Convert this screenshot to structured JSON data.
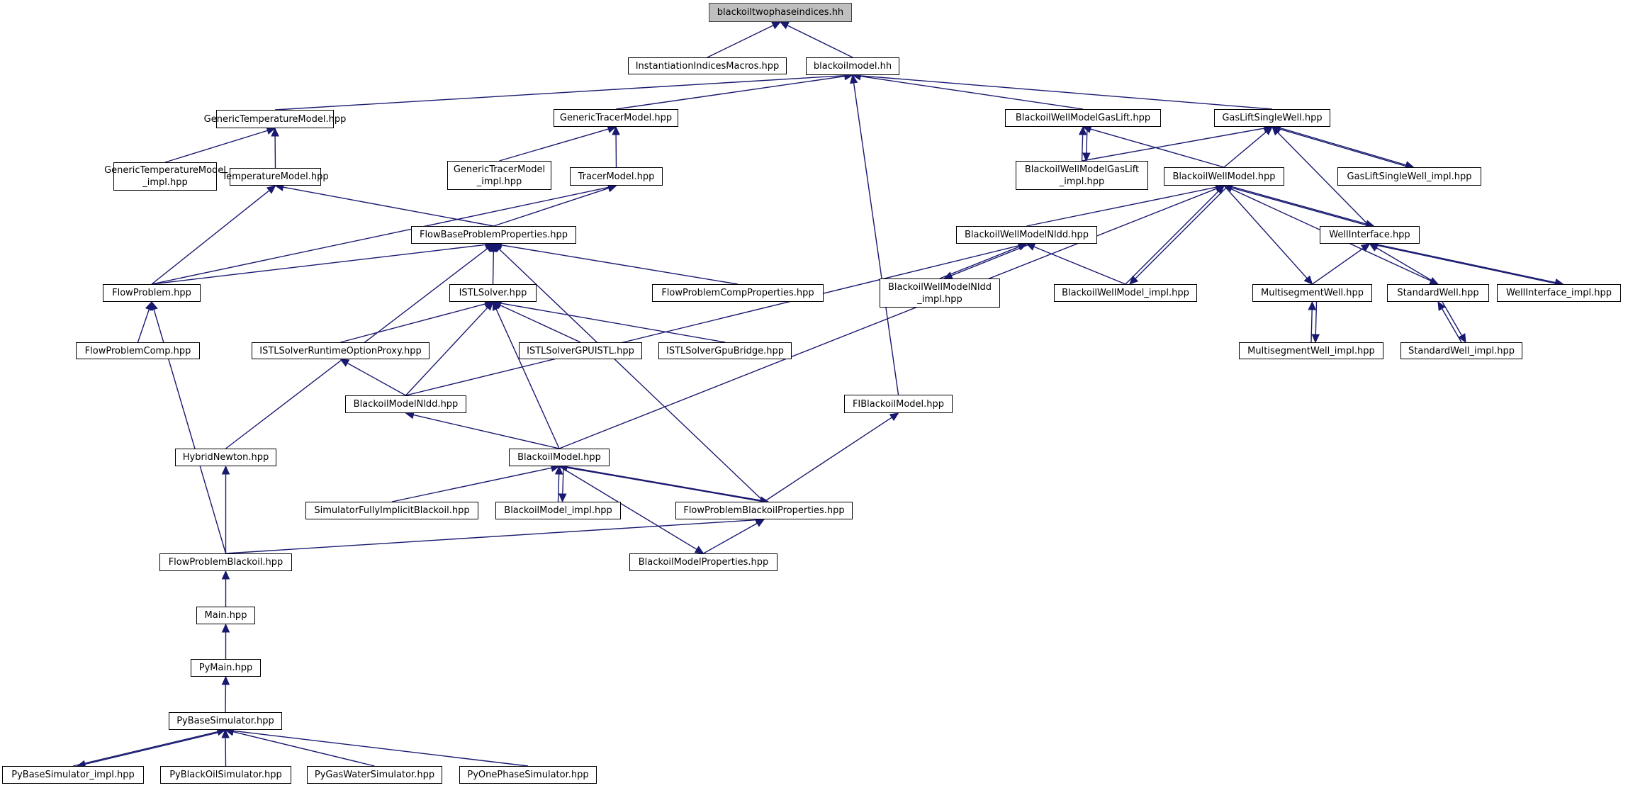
{
  "title": "blackoiltwophaseindices.hh",
  "diagram": {
    "type": "include-dependency-graph",
    "edge_color": "#191970",
    "root_fill": "#bfbfbf",
    "nodes": [
      {
        "id": "root",
        "label": "blackoiltwophaseindices.hh",
        "root": true
      },
      {
        "id": "iim",
        "label": "InstantiationIndicesMacros.hpp"
      },
      {
        "id": "bom",
        "label": "blackoilmodel.hh"
      },
      {
        "id": "gtm",
        "label": "GenericTemperatureModel.hpp"
      },
      {
        "id": "gtrm",
        "label": "GenericTracerModel.hpp"
      },
      {
        "id": "bwmgl",
        "label": "BlackoilWellModelGasLift.hpp"
      },
      {
        "id": "glsw",
        "label": "GasLiftSingleWell.hpp"
      },
      {
        "id": "gtmi",
        "label": "GenericTemperatureModel\n_impl.hpp"
      },
      {
        "id": "tm",
        "label": "TemperatureModel.hpp"
      },
      {
        "id": "gtrmi",
        "label": "GenericTracerModel\n_impl.hpp"
      },
      {
        "id": "trm",
        "label": "TracerModel.hpp"
      },
      {
        "id": "bwmgli",
        "label": "BlackoilWellModelGasLift\n_impl.hpp"
      },
      {
        "id": "bwm",
        "label": "BlackoilWellModel.hpp"
      },
      {
        "id": "glswi",
        "label": "GasLiftSingleWell_impl.hpp"
      },
      {
        "id": "fbpp",
        "label": "FlowBaseProblemProperties.hpp"
      },
      {
        "id": "bwmn",
        "label": "BlackoilWellModelNldd.hpp"
      },
      {
        "id": "wi",
        "label": "WellInterface.hpp"
      },
      {
        "id": "fp",
        "label": "FlowProblem.hpp"
      },
      {
        "id": "istl",
        "label": "ISTLSolver.hpp"
      },
      {
        "id": "fpcp",
        "label": "FlowProblemCompProperties.hpp"
      },
      {
        "id": "bwmni",
        "label": "BlackoilWellModelNldd\n_impl.hpp"
      },
      {
        "id": "bwmi",
        "label": "BlackoilWellModel_impl.hpp"
      },
      {
        "id": "msw",
        "label": "MultisegmentWell.hpp"
      },
      {
        "id": "sw",
        "label": "StandardWell.hpp"
      },
      {
        "id": "wii",
        "label": "WellInterface_impl.hpp"
      },
      {
        "id": "fpc",
        "label": "FlowProblemComp.hpp"
      },
      {
        "id": "istlrop",
        "label": "ISTLSolverRuntimeOptionProxy.hpp"
      },
      {
        "id": "istlgpu",
        "label": "ISTLSolverGPUISTL.hpp"
      },
      {
        "id": "istlgb",
        "label": "ISTLSolverGpuBridge.hpp"
      },
      {
        "id": "mswi",
        "label": "MultisegmentWell_impl.hpp"
      },
      {
        "id": "swi",
        "label": "StandardWell_impl.hpp"
      },
      {
        "id": "bmn",
        "label": "BlackoilModelNldd.hpp"
      },
      {
        "id": "fibm",
        "label": "FIBlackoilModel.hpp"
      },
      {
        "id": "hn",
        "label": "HybridNewton.hpp"
      },
      {
        "id": "bm",
        "label": "BlackoilModel.hpp"
      },
      {
        "id": "sfib",
        "label": "SimulatorFullyImplicitBlackoil.hpp"
      },
      {
        "id": "bmi",
        "label": "BlackoilModel_impl.hpp"
      },
      {
        "id": "fpbp",
        "label": "FlowProblemBlackoilProperties.hpp"
      },
      {
        "id": "fpb",
        "label": "FlowProblemBlackoil.hpp"
      },
      {
        "id": "bmp",
        "label": "BlackoilModelProperties.hpp"
      },
      {
        "id": "main",
        "label": "Main.hpp"
      },
      {
        "id": "pymain",
        "label": "PyMain.hpp"
      },
      {
        "id": "pybs",
        "label": "PyBaseSimulator.hpp"
      },
      {
        "id": "pybsi",
        "label": "PyBaseSimulator_impl.hpp"
      },
      {
        "id": "pybos",
        "label": "PyBlackOilSimulator.hpp"
      },
      {
        "id": "pygws",
        "label": "PyGasWaterSimulator.hpp"
      },
      {
        "id": "pyops",
        "label": "PyOnePhaseSimulator.hpp"
      }
    ],
    "edges": [
      {
        "from": "iim",
        "to": "root"
      },
      {
        "from": "bom",
        "to": "root"
      },
      {
        "from": "gtm",
        "to": "bom"
      },
      {
        "from": "gtrm",
        "to": "bom"
      },
      {
        "from": "bwmgl",
        "to": "bom"
      },
      {
        "from": "glsw",
        "to": "bom"
      },
      {
        "from": "fibm",
        "to": "bom"
      },
      {
        "from": "gtmi",
        "to": "gtm"
      },
      {
        "from": "tm",
        "to": "gtm"
      },
      {
        "from": "gtrmi",
        "to": "gtrm"
      },
      {
        "from": "trm",
        "to": "gtrm"
      },
      {
        "from": "bwmgli",
        "to": "bwmgl"
      },
      {
        "from": "bwmgl",
        "to": "bwmgli"
      },
      {
        "from": "bwm",
        "to": "bwmgl"
      },
      {
        "from": "bwmgli",
        "to": "glsw"
      },
      {
        "from": "bwm",
        "to": "glsw"
      },
      {
        "from": "glswi",
        "to": "glsw"
      },
      {
        "from": "glsw",
        "to": "glswi"
      },
      {
        "from": "wi",
        "to": "glsw"
      },
      {
        "from": "fp",
        "to": "tm"
      },
      {
        "from": "fbpp",
        "to": "tm"
      },
      {
        "from": "fp",
        "to": "trm"
      },
      {
        "from": "fbpp",
        "to": "trm"
      },
      {
        "from": "bwmn",
        "to": "bwm"
      },
      {
        "from": "bwmi",
        "to": "bwm"
      },
      {
        "from": "bwm",
        "to": "bwmi"
      },
      {
        "from": "wi",
        "to": "bwm"
      },
      {
        "from": "bwm",
        "to": "wi"
      },
      {
        "from": "bwm",
        "to": "msw"
      },
      {
        "from": "bwm",
        "to": "sw"
      },
      {
        "from": "bm",
        "to": "bwm"
      },
      {
        "from": "fp",
        "to": "fbpp"
      },
      {
        "from": "istl",
        "to": "fbpp"
      },
      {
        "from": "fpcp",
        "to": "fbpp"
      },
      {
        "from": "hn",
        "to": "fbpp"
      },
      {
        "from": "fpbp",
        "to": "fbpp"
      },
      {
        "from": "bwmni",
        "to": "bwmn"
      },
      {
        "from": "bwmn",
        "to": "bwmni"
      },
      {
        "from": "bwmi",
        "to": "bwmn"
      },
      {
        "from": "bmn",
        "to": "bwmn"
      },
      {
        "from": "msw",
        "to": "wi"
      },
      {
        "from": "sw",
        "to": "wi"
      },
      {
        "from": "wii",
        "to": "wi"
      },
      {
        "from": "wi",
        "to": "wii"
      },
      {
        "from": "fpc",
        "to": "fp"
      },
      {
        "from": "fpb",
        "to": "fp"
      },
      {
        "from": "istlrop",
        "to": "istl"
      },
      {
        "from": "bmn",
        "to": "istl"
      },
      {
        "from": "bm",
        "to": "istl"
      },
      {
        "from": "istlgpu",
        "to": "istl"
      },
      {
        "from": "istlgb",
        "to": "istl"
      },
      {
        "from": "mswi",
        "to": "msw"
      },
      {
        "from": "msw",
        "to": "mswi"
      },
      {
        "from": "swi",
        "to": "sw"
      },
      {
        "from": "sw",
        "to": "swi"
      },
      {
        "from": "bmn",
        "to": "istlrop"
      },
      {
        "from": "bm",
        "to": "bmn"
      },
      {
        "from": "fpbp",
        "to": "fibm"
      },
      {
        "from": "fpb",
        "to": "hn"
      },
      {
        "from": "sfib",
        "to": "bm"
      },
      {
        "from": "bmi",
        "to": "bm"
      },
      {
        "from": "bm",
        "to": "bmi"
      },
      {
        "from": "fpbp",
        "to": "bm"
      },
      {
        "from": "bm",
        "to": "fpbp"
      },
      {
        "from": "bm",
        "to": "bmp"
      },
      {
        "from": "fpb",
        "to": "fpbp"
      },
      {
        "from": "bmp",
        "to": "fpbp"
      },
      {
        "from": "main",
        "to": "fpb"
      },
      {
        "from": "pymain",
        "to": "main"
      },
      {
        "from": "pybs",
        "to": "pymain"
      },
      {
        "from": "pybsi",
        "to": "pybs"
      },
      {
        "from": "pybs",
        "to": "pybsi"
      },
      {
        "from": "pybos",
        "to": "pybs"
      },
      {
        "from": "pygws",
        "to": "pybs"
      },
      {
        "from": "pyops",
        "to": "pybs"
      }
    ]
  }
}
